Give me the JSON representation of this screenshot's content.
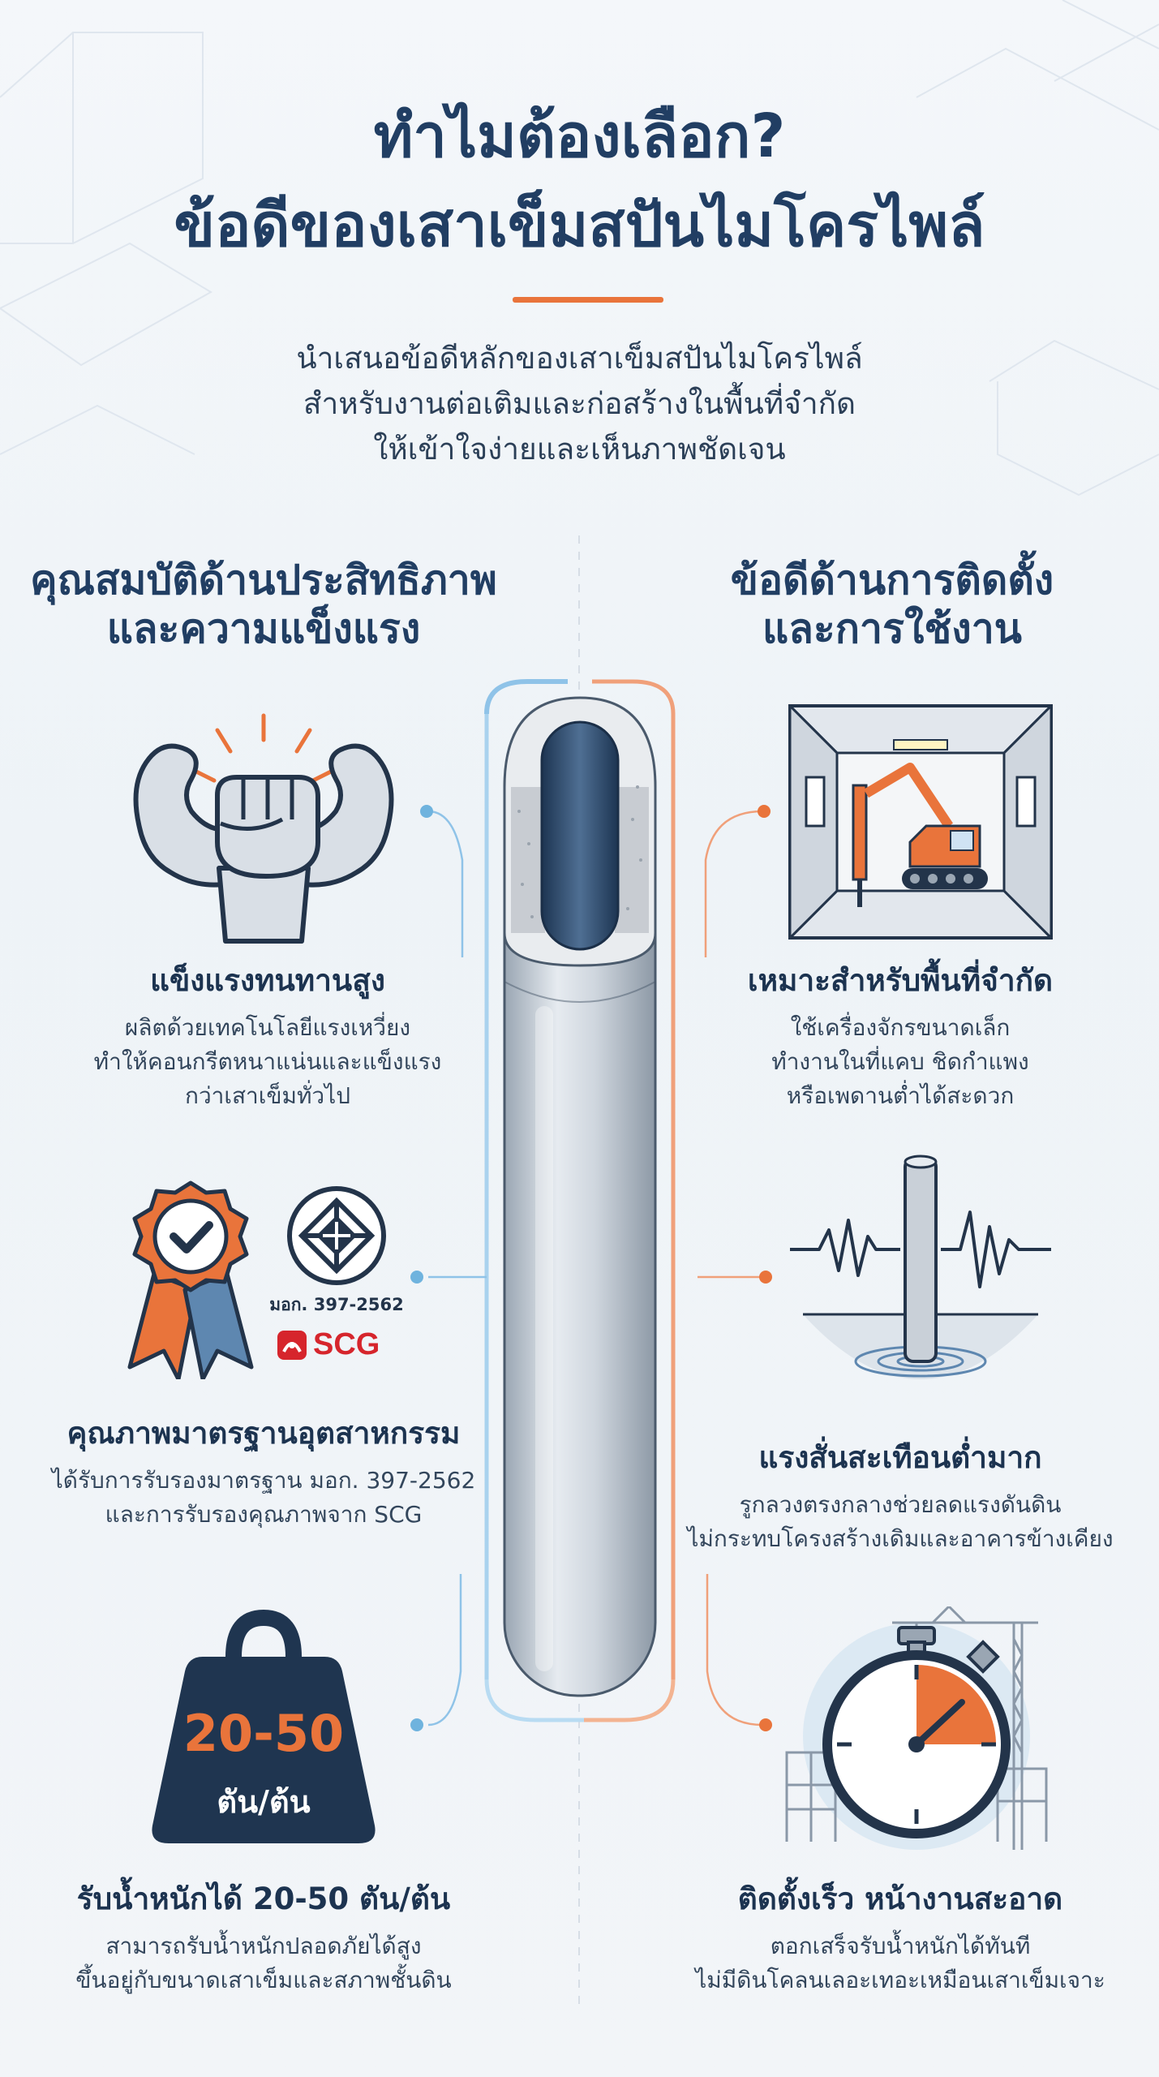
{
  "header": {
    "title_line1": "ทำไมต้องเลือก?",
    "title_line2": "ข้อดีของเสาเข็มสปันไมโครไพล์",
    "subtitle_lines": [
      "นำเสนอข้อดีหลักของเสาเข็มสปันไมโครไพล์",
      "สำหรับงานต่อเติมและก่อสร้างในพื้นที่จำกัด",
      "ให้เข้าใจง่ายและเห็นภาพชัดเจน"
    ]
  },
  "left_column": {
    "heading_lines": [
      "คุณสมบัติด้านประสิทธิภาพ",
      "และความแข็งแรง"
    ],
    "features": [
      {
        "icon": "flexing-arms-icon",
        "title": "แข็งแรงทนทานสูง",
        "desc_lines": [
          "ผลิตด้วยเทคโนโลยีแรงเหวี่ยง",
          "ทำให้คอนกรีตหนาแน่นและแข็งแรง",
          "กว่าเสาเข็มทั่วไป"
        ]
      },
      {
        "icon": "certificate-ribbon-icon",
        "title": "คุณภาพมาตรฐานอุตสาหกรรม",
        "desc_lines": [
          "ได้รับการรับรองมาตรฐาน มอก. 397-2562",
          "และการรับรองคุณภาพจาก SCG"
        ],
        "badge_label": "มอก. 397-2562",
        "brand_label": "SCG"
      },
      {
        "icon": "weight-icon",
        "title": "รับน้ำหนักได้ 20-50 ตัน/ต้น",
        "desc_lines": [
          "สามารถรับน้ำหนักปลอดภัยได้สูง",
          "ขึ้นอยู่กับขนาดเสาเข็มและสภาพชั้นดิน"
        ],
        "weight_value": "20-50",
        "weight_unit": "ตัน/ต้น"
      }
    ]
  },
  "right_column": {
    "heading_lines": [
      "ข้อดีด้านการติดตั้ง",
      "และการใช้งาน"
    ],
    "features": [
      {
        "icon": "excavator-room-icon",
        "title": "เหมาะสำหรับพื้นที่จำกัด",
        "desc_lines": [
          "ใช้เครื่องจักรขนาดเล็ก",
          "ทำงานในที่แคบ ชิดกำแพง",
          "หรือเพดานต่ำได้สะดวก"
        ]
      },
      {
        "icon": "vibration-pile-icon",
        "title": "แรงสั่นสะเทือนต่ำมาก",
        "desc_lines": [
          "รูกลวงตรงกลางช่วยลดแรงดันดิน",
          "ไม่กระทบโครงสร้างเดิมและอาคารข้างเคียง"
        ]
      },
      {
        "icon": "stopwatch-crane-icon",
        "title": "ติดตั้งเร็ว หน้างานสะอาด",
        "desc_lines": [
          "ตอกเสร็จรับน้ำหนักได้ทันที",
          "ไม่มีดินโคลนเลอะเทอะเหมือนเสาเข็มเจาะ"
        ]
      }
    ]
  },
  "colors": {
    "navy": "#213e63",
    "orange": "#e9743b",
    "light_blue": "#6fb3de",
    "pile_gray": "#c9d0d8"
  }
}
